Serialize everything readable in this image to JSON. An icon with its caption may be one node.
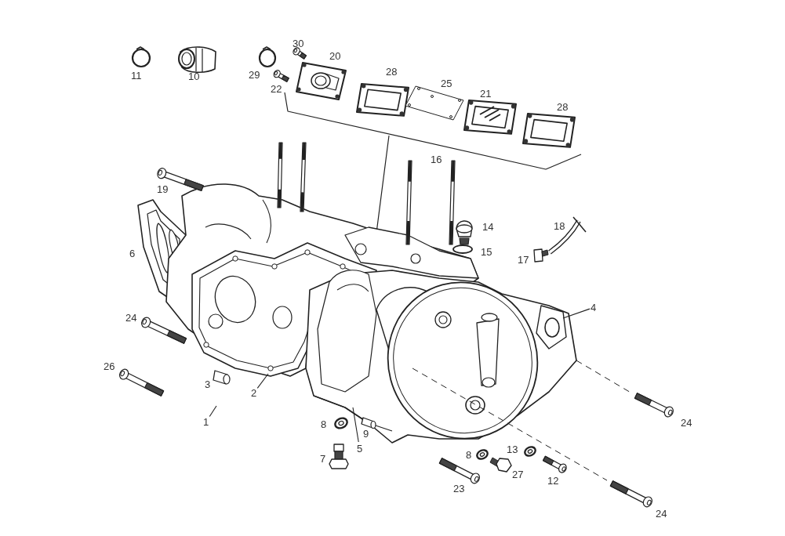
{
  "diagram": {
    "nodes": [
      {
        "text": [
          "4"
        ]
      },
      {
        "text": [
          "1"
        ]
      },
      {
        "text": [
          "2"
        ]
      },
      {
        "text": [
          "5"
        ]
      }
    ],
    "edges": [
      {
        "from": 0,
        "to": null,
        "arrow": "none"
      },
      {
        "from": 1,
        "to": null,
        "arrow": "none"
      },
      {
        "from": 2,
        "to": null,
        "arrow": "none"
      },
      {
        "from": 3,
        "to": null,
        "arrow": "none"
      }
    ],
    "labels": [
      "30",
      "20",
      "11",
      "10",
      "29",
      "22",
      "28",
      "25",
      "21",
      "28",
      "16",
      "19",
      "14",
      "18",
      "6",
      "15",
      "17",
      "24",
      "26",
      "3",
      "8",
      "9",
      "24",
      "7",
      "13",
      "8",
      "27",
      "12",
      "23",
      "24"
    ]
  }
}
